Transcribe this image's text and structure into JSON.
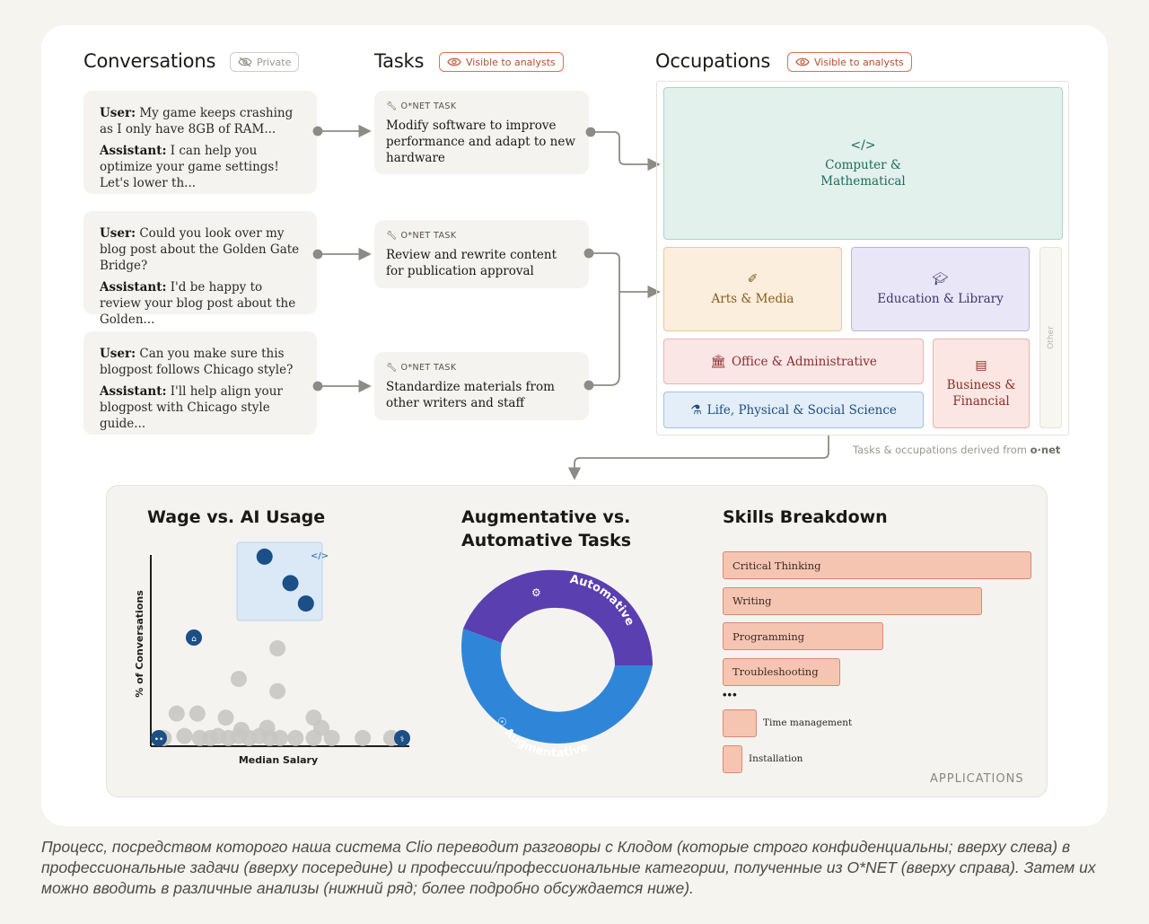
{
  "sections": {
    "conversations": "Conversations",
    "private_badge": "Private",
    "tasks": "Tasks",
    "tasks_badge": "Visible to analysts",
    "occupations": "Occupations",
    "occupations_badge": "Visible to analysts"
  },
  "conversations": [
    {
      "user_label": "User:",
      "user_text": "My game keeps crashing as I only have 8GB of RAM...",
      "assistant_label": "Assistant:",
      "assistant_text": "I can help you optimize your game settings! Let's lower th..."
    },
    {
      "user_label": "User:",
      "user_text": " Could you look over my blog post about the Golden Gate Bridge?",
      "assistant_label": "Assistant:",
      "assistant_text": "I'd be happy to review your blog post about the Golden..."
    },
    {
      "user_label": "User:",
      "user_text": "Can you make sure this blogpost follows Chicago style?",
      "assistant_label": "Assistant:",
      "assistant_text": "I'll help align your blogpost with Chicago style guide..."
    }
  ],
  "tasks": [
    {
      "tag": "O*NET TASK",
      "text": "Modify software to improve performance and adapt to new hardware"
    },
    {
      "tag": "O*NET TASK",
      "text": "Review and rewrite content for publication approval"
    },
    {
      "tag": "O*NET TASK",
      "text": "Standardize materials from other writers and staff"
    }
  ],
  "occupations": {
    "computer": "Computer & Mathematical",
    "arts": "Arts & Media",
    "education": "Education & Library",
    "office": "Office & Administrative",
    "life": "Life, Physical & Social Science",
    "business": "Business & Financial",
    "other": "Other",
    "derived_note": "Tasks & occupations derived from",
    "onet_logo": "o·net"
  },
  "colors": {
    "computer_bg": "#e2f1ec",
    "computer_fg": "#1f6b5a",
    "arts_bg": "#fbeedd",
    "arts_fg": "#8a5a1e",
    "education_bg": "#e9e7f7",
    "education_fg": "#3b3570",
    "office_bg": "#fbe6e6",
    "office_fg": "#8a2e2e",
    "life_bg": "#e3eef8",
    "life_fg": "#1e4d80",
    "business_bg": "#fbe6e3",
    "business_fg": "#8a2e22",
    "automative": "#5a3fb0",
    "augmentative": "#2f86d8",
    "skill_bar": "#f5c5b2"
  },
  "wage_chart": {
    "title": "Wage vs. AI Usage",
    "xlabel": "Median Salary",
    "ylabel": "% of Conversations"
  },
  "donut": {
    "title_line1": "Augmentative vs.",
    "title_line2": "Automative Tasks",
    "automative": "Automative",
    "augmentative": "Augmentative"
  },
  "skills": {
    "title": "Skills Breakdown",
    "items": [
      {
        "label": "Critical Thinking",
        "value": 1.0
      },
      {
        "label": "Writing",
        "value": 0.84
      },
      {
        "label": "Programming",
        "value": 0.52
      },
      {
        "label": "Troubleshooting",
        "value": 0.38
      }
    ],
    "ellipsis": "•••",
    "minor": [
      {
        "label": "Time management",
        "value": 0.11
      },
      {
        "label": "Installation",
        "value": 0.065
      }
    ],
    "footer": "APPLICATIONS"
  },
  "chart_data": {
    "type": "scatter",
    "title": "Wage vs. AI Usage",
    "xlabel": "Median Salary",
    "ylabel": "% of Conversations",
    "highlight_points": [
      [
        0.44,
        0.93
      ],
      [
        0.54,
        0.8
      ],
      [
        0.6,
        0.7
      ]
    ],
    "education_point": [
      0.17,
      0.55
    ],
    "grey_points": [
      [
        0.05,
        0.04
      ],
      [
        0.13,
        0.05
      ],
      [
        0.19,
        0.04
      ],
      [
        0.23,
        0.04
      ],
      [
        0.26,
        0.05
      ],
      [
        0.3,
        0.04
      ],
      [
        0.34,
        0.05
      ],
      [
        0.38,
        0.04
      ],
      [
        0.42,
        0.05
      ],
      [
        0.46,
        0.04
      ],
      [
        0.5,
        0.04
      ],
      [
        0.56,
        0.04
      ],
      [
        0.63,
        0.04
      ],
      [
        0.7,
        0.04
      ],
      [
        0.82,
        0.04
      ],
      [
        0.93,
        0.04
      ],
      [
        0.1,
        0.16
      ],
      [
        0.18,
        0.16
      ],
      [
        0.29,
        0.14
      ],
      [
        0.35,
        0.08
      ],
      [
        0.45,
        0.09
      ],
      [
        0.63,
        0.14
      ],
      [
        0.66,
        0.09
      ],
      [
        0.34,
        0.33
      ],
      [
        0.49,
        0.27
      ],
      [
        0.49,
        0.48
      ]
    ],
    "xlim": [
      0,
      1
    ],
    "ylim": [
      0,
      1
    ]
  }
}
